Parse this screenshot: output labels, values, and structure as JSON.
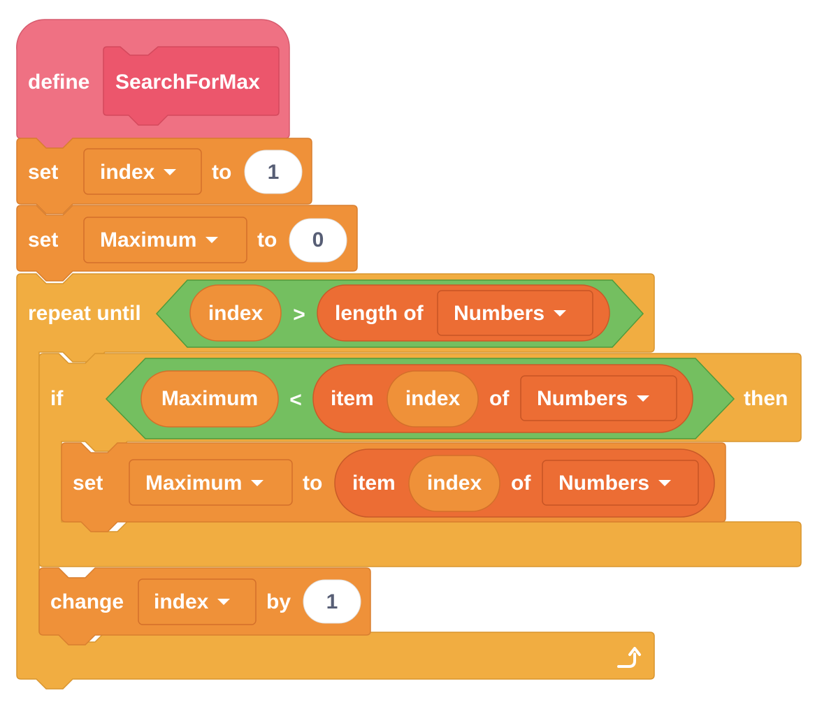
{
  "colors": {
    "define_hat": "#ef7183",
    "define_hat_border": "#d65b6e",
    "custom_block": "#ec566c",
    "variables": "#ef9139",
    "variables_border": "#d97f2f",
    "list_reporter": "#ec6d34",
    "list_reporter_border": "#c95a28",
    "control": "#f1ad41",
    "control_border": "#d9952f",
    "operators": "#74bf60",
    "operators_border": "#4e9a3c",
    "number_field": "#ffffff",
    "number_text": "#575e75"
  },
  "script": {
    "define_block": {
      "keyword": "define",
      "procedure_name": "SearchForMax"
    },
    "set_index": {
      "keyword": "set",
      "variable": "index",
      "to_label": "to",
      "value": "1"
    },
    "set_maximum": {
      "keyword": "set",
      "variable": "Maximum",
      "to_label": "to",
      "value": "0"
    },
    "repeat_until": {
      "keyword": "repeat until",
      "condition": {
        "left_reporter": "index",
        "operator": ">",
        "right_reporter": {
          "label": "length of",
          "list": "Numbers"
        }
      },
      "loop_icon": "loop-arrow-icon"
    },
    "if_block": {
      "keyword": "if",
      "then_label": "then",
      "condition": {
        "left_reporter": "Maximum",
        "operator": "<",
        "right_reporter": {
          "item_label": "item",
          "index_reporter": "index",
          "of_label": "of",
          "list": "Numbers"
        }
      }
    },
    "set_maximum_item": {
      "keyword": "set",
      "variable": "Maximum",
      "to_label": "to",
      "value": {
        "item_label": "item",
        "index_reporter": "index",
        "of_label": "of",
        "list": "Numbers"
      }
    },
    "change_index": {
      "keyword": "change",
      "variable": "index",
      "by_label": "by",
      "value": "1"
    }
  }
}
